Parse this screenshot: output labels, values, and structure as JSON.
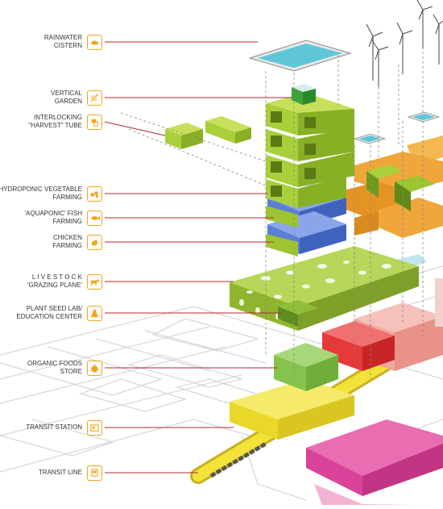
{
  "colors": {
    "accent_orange": "#f2a516",
    "leader_red": "#b22a35",
    "lime": "#a9cf3a",
    "lime_dark": "#6f9a1e",
    "orange_block": "#f0a63a",
    "blue_block": "#5b7fd6",
    "red_block": "#e53a3a",
    "salmon_block": "#f2a7a0",
    "magenta_block": "#e0449a",
    "yellow_block": "#f2e23a",
    "water": "#5fc6d8"
  },
  "labels": [
    {
      "id": "rainwater-cistern",
      "line1": "RAINWATER",
      "line2": "CISTERN",
      "icon": "water-drop-icon"
    },
    {
      "id": "vertical-garden",
      "line1": "VERTICAL",
      "line2": "GARDEN",
      "icon": "leaf-icon"
    },
    {
      "id": "harvest-tube",
      "line1": "INTERLOCKING",
      "line2": "\"HARVEST\" TUBE",
      "icon": "tube-icon"
    },
    {
      "id": "hydroponic",
      "line1": "HYDROPONIC VEGETABLE",
      "line2": "FARMING",
      "icon": "vegetable-icon"
    },
    {
      "id": "aquaponic",
      "line1": "'AQUAPONIC' FISH",
      "line2": "FARMING",
      "icon": "fish-icon"
    },
    {
      "id": "chicken",
      "line1": "CHICKEN",
      "line2": "FARMING",
      "icon": "chicken-icon"
    },
    {
      "id": "livestock",
      "line1": "L I V E S T O C K",
      "line2": "'GRAZING PLANE'",
      "icon": "cow-icon"
    },
    {
      "id": "seed-lab",
      "line1": "PLANT SEED LAB/",
      "line2": "EDUCATION CENTER",
      "icon": "flask-icon"
    },
    {
      "id": "organic-store",
      "line1": "ORGANIC FOODS",
      "line2": "STORE",
      "icon": "apple-icon"
    },
    {
      "id": "transit-station",
      "line1": "TRANSIT STATION",
      "line2": "",
      "icon": "station-icon"
    },
    {
      "id": "transit-line",
      "line1": "TRANSIT LINE",
      "line2": "",
      "icon": "train-icon"
    }
  ]
}
